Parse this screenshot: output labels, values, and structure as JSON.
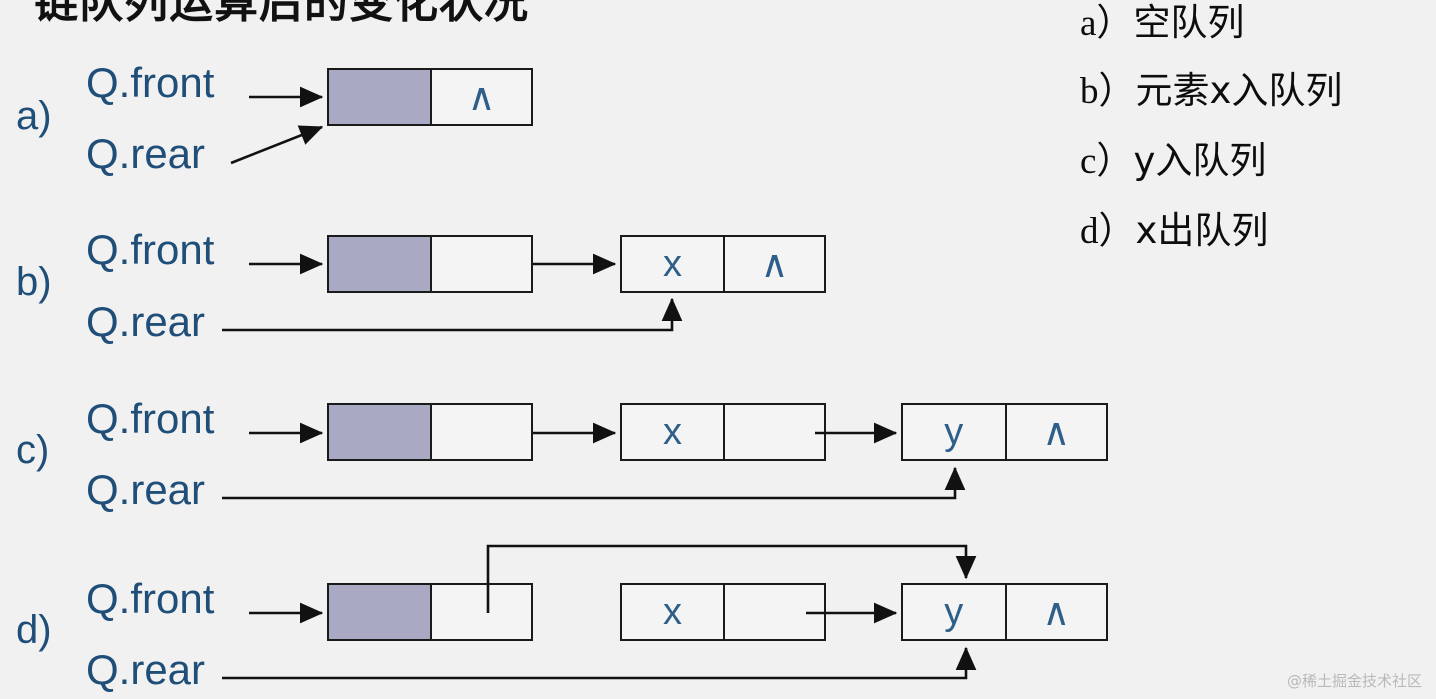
{
  "slide": {
    "title": "链队列运算后的变化状况",
    "background_color": "#f1f1f1",
    "accent_color": "#1F4E79",
    "node_fill_shaded": "#a9a9c4",
    "watermark": "@稀土掘金技术社区"
  },
  "labels": {
    "front": "Q.front",
    "rear": "Q.rear",
    "null_mark": "∧",
    "empty": ""
  },
  "rows": [
    {
      "key": "a)",
      "front": "Q.front",
      "rear": "Q.rear",
      "nodes": [
        {
          "name": "head-node",
          "data": "",
          "next": "∧",
          "shaded": true
        }
      ]
    },
    {
      "key": "b)",
      "front": "Q.front",
      "rear": "Q.rear",
      "nodes": [
        {
          "name": "head-node",
          "data": "",
          "next": "",
          "shaded": true
        },
        {
          "name": "node-x",
          "data": "x",
          "next": "∧",
          "shaded": false
        }
      ]
    },
    {
      "key": "c)",
      "front": "Q.front",
      "rear": "Q.rear",
      "nodes": [
        {
          "name": "head-node",
          "data": "",
          "next": "",
          "shaded": true
        },
        {
          "name": "node-x",
          "data": "x",
          "next": "",
          "shaded": false
        },
        {
          "name": "node-y",
          "data": "y",
          "next": "∧",
          "shaded": false
        }
      ]
    },
    {
      "key": "d)",
      "front": "Q.front",
      "rear": "Q.rear",
      "nodes": [
        {
          "name": "head-node",
          "data": "",
          "next": "",
          "shaded": true
        },
        {
          "name": "node-x",
          "data": "x",
          "next": "",
          "shaded": false
        },
        {
          "name": "node-y",
          "data": "y",
          "next": "∧",
          "shaded": false
        }
      ]
    }
  ],
  "legend": [
    {
      "key": "a）",
      "text": "空队列"
    },
    {
      "key": "b）",
      "text": "元素x入队列"
    },
    {
      "key": "c）",
      "text": "y入队列"
    },
    {
      "key": "d）",
      "text": "x出队列"
    }
  ]
}
